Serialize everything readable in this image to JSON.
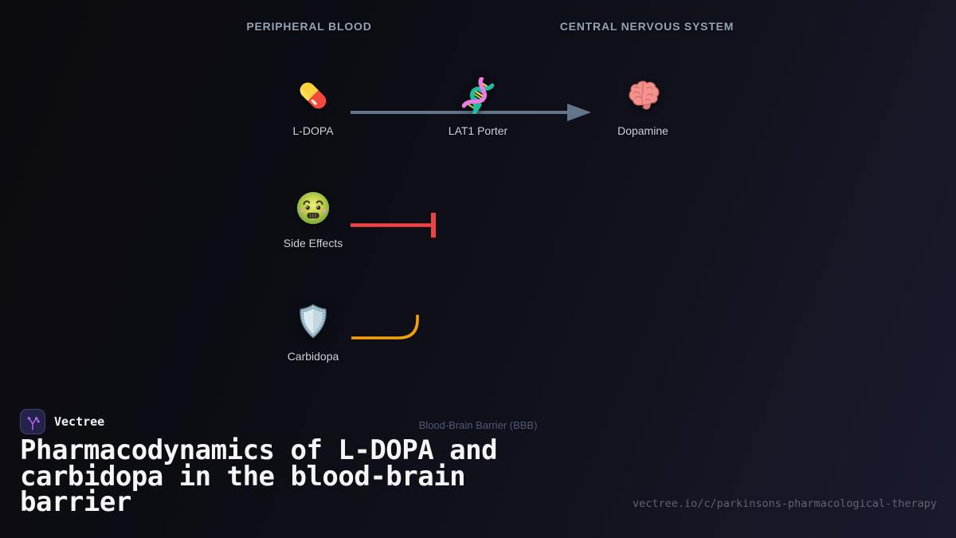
{
  "headers": {
    "left": "PERIPHERAL BLOOD",
    "right": "CENTRAL NERVOUS SYSTEM"
  },
  "nodes": [
    {
      "label": "L-DOPA",
      "icon": "pill-icon"
    },
    {
      "label": "LAT1 Porter",
      "icon": "dna-icon"
    },
    {
      "label": "Dopamine",
      "icon": "brain-icon"
    },
    {
      "label": "Side Effects",
      "icon": "nauseated-face-icon"
    },
    {
      "label": "Carbidopa",
      "icon": "shield-icon"
    }
  ],
  "edges": [
    {
      "type": "arrow",
      "from": "L-DOPA",
      "via": "LAT1 Porter",
      "to": "Dopamine",
      "color": "#64748b"
    },
    {
      "type": "inhibition",
      "from": "Side Effects",
      "color": "#ef4444"
    },
    {
      "type": "curve-up",
      "from": "Carbidopa",
      "color": "#f5a10b"
    }
  ],
  "divider": {
    "label": "Blood-Brain Barrier (BBB)"
  },
  "footer": {
    "brand": "Vectree",
    "title": "Pharmacodynamics of L-DOPA and carbidopa in the blood-brain barrier",
    "url": "vectree.io/c/parkinsons-pharmacological-therapy"
  }
}
